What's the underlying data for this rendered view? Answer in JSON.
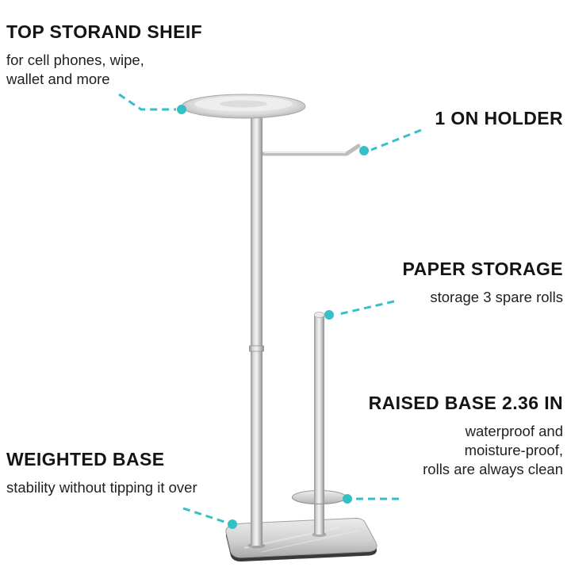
{
  "colors": {
    "accent": "#34c0c6",
    "metal": "#c9c9c9",
    "text_primary": "#141414",
    "text_secondary": "#212121",
    "background": "#ffffff"
  },
  "callouts": {
    "top_shelf": {
      "title": "TOP STORAND SHEIF",
      "description": "for cell phones, wipe,\nwallet and more"
    },
    "roll_holder": {
      "title": "1 ON HOLDER"
    },
    "paper_storage": {
      "title": "PAPER STORAGE",
      "description": "storage 3 spare rolls"
    },
    "raised_base": {
      "title": "RAISED BASE 2.36 IN",
      "description": "waterproof and\nmoisture-proof,\nrolls are always clean"
    },
    "weighted_base": {
      "title": "WEIGHTED BASE",
      "description": "stability without tipping it over"
    }
  }
}
